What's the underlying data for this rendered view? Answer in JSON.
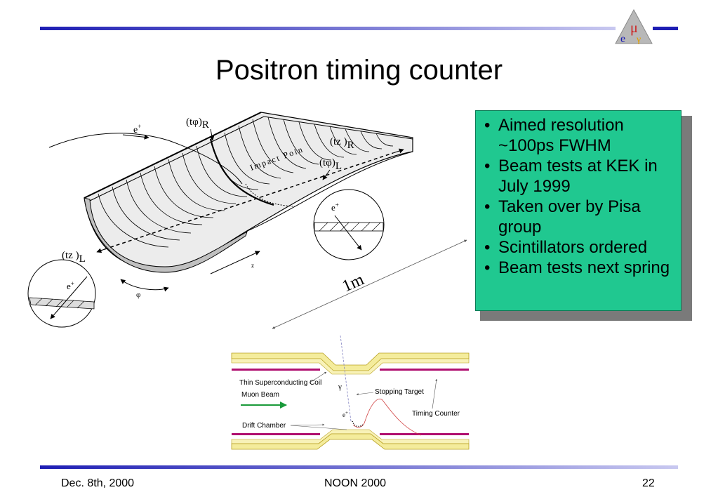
{
  "slide": {
    "title": "Positron timing counter",
    "bullets": [
      "Aimed resolution ~100ps FWHM",
      "Beam tests at KEK in July 1999",
      "Taken over by Pisa group",
      "Scintillators ordered",
      "Beam tests next spring"
    ],
    "logo_glyphs": {
      "mu": "μ",
      "e": "e",
      "gamma": "γ"
    },
    "colors": {
      "bar_dark": "#1e1eb4",
      "bar_light": "#c8c8f0",
      "box": "#20c890",
      "coil": "#b01070",
      "arrow_green": "#1a9a3a"
    }
  },
  "counter_diagram": {
    "label_eplus_top": "e",
    "label_t_phi_R": "(tφ)",
    "sub_R1": "R",
    "label_tz_R": "(tz )",
    "sub_R2": "R",
    "label_t_phi_L": "(tφ)",
    "sub_L1": "L",
    "label_tz_L": "(tz )",
    "sub_L2": "L",
    "label_impact": "Impact Poin",
    "label_eplus_right": "e",
    "label_eplus_left": "e",
    "label_z": "z",
    "label_phi": "φ",
    "label_1m": "1m",
    "plus": "+"
  },
  "detector_diagram": {
    "coil_label": "Thin Superconducting Coil",
    "beam_label": "Muon Beam",
    "gamma_label": "γ",
    "target_label": "Stopping Target",
    "timing_label": "Timing Counter",
    "eplus_label": "e",
    "plus": "+",
    "drift_label": "Drift Chamber"
  },
  "footer": {
    "date": "Dec. 8th, 2000",
    "event": "NOON 2000",
    "page": "22"
  }
}
